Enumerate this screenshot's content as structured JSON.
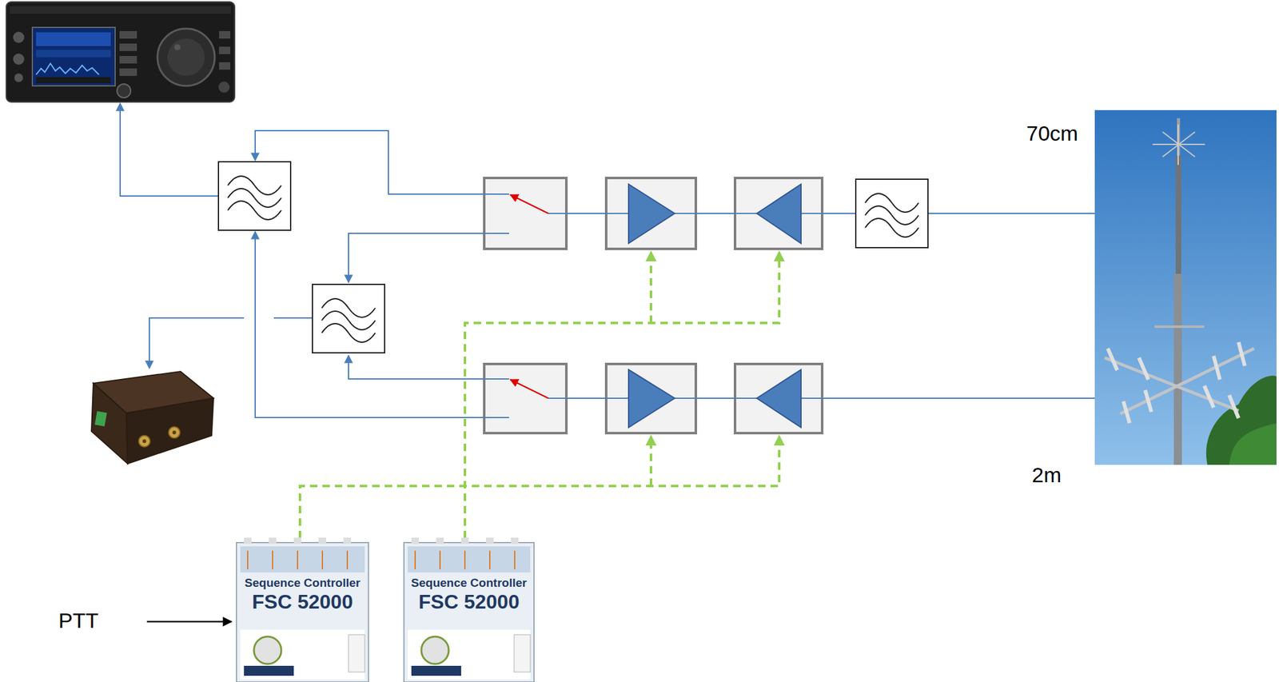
{
  "diagram": {
    "nodes": [
      {
        "text": [
          "Sequence Controller",
          "FSC 52000"
        ]
      },
      {
        "text": [
          "Sequence Controller",
          "FSC 52000"
        ]
      }
    ],
    "labels": [
      "70cm",
      "2m",
      "PTT"
    ]
  }
}
